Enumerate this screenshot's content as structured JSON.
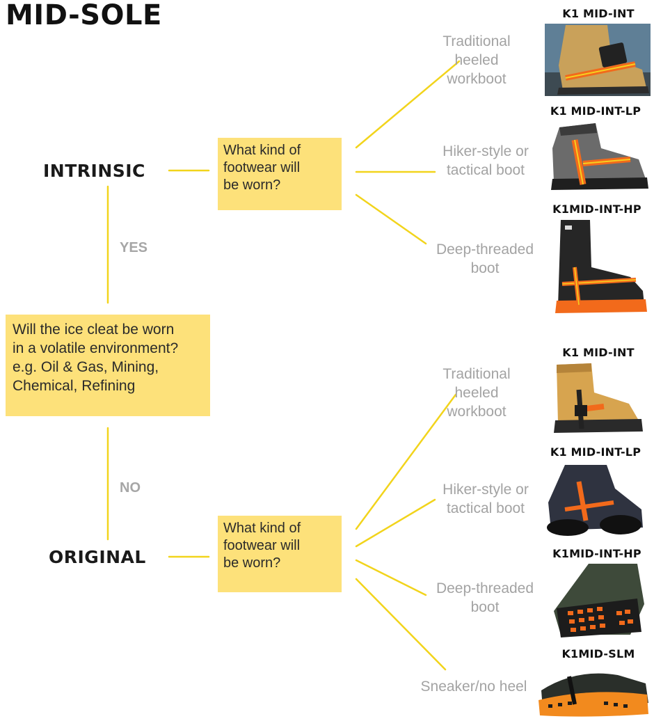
{
  "title": "MID-SOLE",
  "root_question": {
    "lines": [
      "Will the ice cleat be worn",
      "in a volatile environment?",
      "e.g. Oil & Gas, Mining,",
      "Chemical, Refining"
    ]
  },
  "yes_label": "YES",
  "no_label": "NO",
  "intrinsic": {
    "label": "INTRINSIC",
    "question": [
      "What kind of",
      "footwear will",
      "be worn?"
    ],
    "options": [
      {
        "label": [
          "Traditional",
          "heeled",
          "workboot"
        ],
        "product": "K1 MID-INT"
      },
      {
        "label": [
          "Hiker-style or",
          "tactical boot"
        ],
        "product": "K1 MID-INT-LP"
      },
      {
        "label": [
          "Deep-threaded",
          "boot"
        ],
        "product": "K1MID-INT-HP"
      }
    ]
  },
  "original": {
    "label": "ORIGINAL",
    "question": [
      "What kind of",
      "footwear will",
      "be worn?"
    ],
    "options": [
      {
        "label": [
          "Traditional",
          "heeled",
          "workboot"
        ],
        "product": "K1 MID-INT"
      },
      {
        "label": [
          "Hiker-style or",
          "tactical boot"
        ],
        "product": "K1 MID-INT-LP"
      },
      {
        "label": [
          "Deep-threaded",
          "boot"
        ],
        "product": "K1MID-INT-HP"
      },
      {
        "label": [
          "Sneaker/no heel"
        ],
        "product": "K1MID-SLM"
      }
    ]
  },
  "colors": {
    "connector": "#f2d41c",
    "box": "#fde17a",
    "muted_text": "#a3a3a3",
    "cleat_orange": "#f26a1b",
    "cleat_yellow": "#f5d020"
  }
}
